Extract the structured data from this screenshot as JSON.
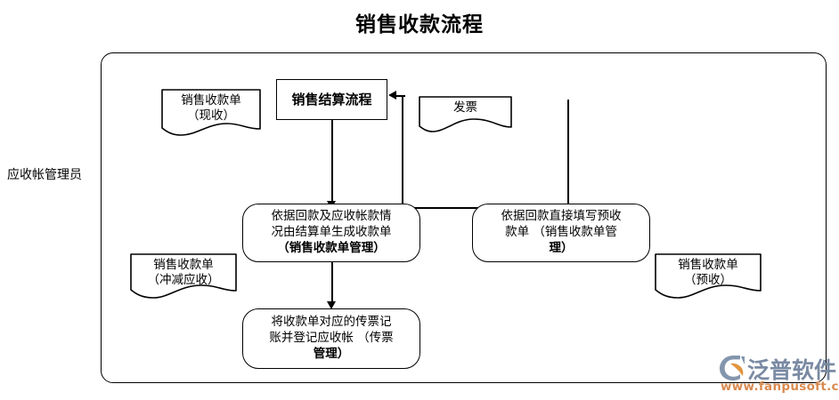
{
  "title": "销售收款流程",
  "lane": {
    "label": "应收帐管理员"
  },
  "nodes": {
    "settlement_process": {
      "label": "销售结算流程",
      "type": "process-rect"
    },
    "receipt_cash": {
      "line1": "销售收款单",
      "line2": "（现收）",
      "type": "document"
    },
    "invoice": {
      "line1": "发票",
      "type": "document"
    },
    "generate_receipt": {
      "line1": "依据回款及应收帐款情",
      "line2": "况由结算单生成收款单",
      "line3": "（销售收款单管理）",
      "type": "process-rounded"
    },
    "prepay_receipt": {
      "line1": "依据回款直接填写预收",
      "line2": "款单 （销售收款单管",
      "line3": "理）",
      "type": "process-rounded"
    },
    "voucher_posting": {
      "line1": "将收款单对应的传票记",
      "line2": "账并登记应收帐 （传票",
      "line3": "管理）",
      "type": "process-rounded"
    },
    "receipt_offset": {
      "line1": "销售收款单",
      "line2": "（冲减应收）",
      "type": "document"
    },
    "receipt_prepay": {
      "line1": "销售收款单",
      "line2": "（预收）",
      "type": "document"
    }
  },
  "logo": {
    "name": "泛普软件",
    "url": "www.fanpusoft.com",
    "mark_color_primary": "#8496ad",
    "mark_color_accent": "#e0953f",
    "text_color": "#7a8aa3",
    "url_color": "#d98a4f"
  },
  "colors": {
    "stroke": "#000000",
    "background": "#ffffff"
  }
}
